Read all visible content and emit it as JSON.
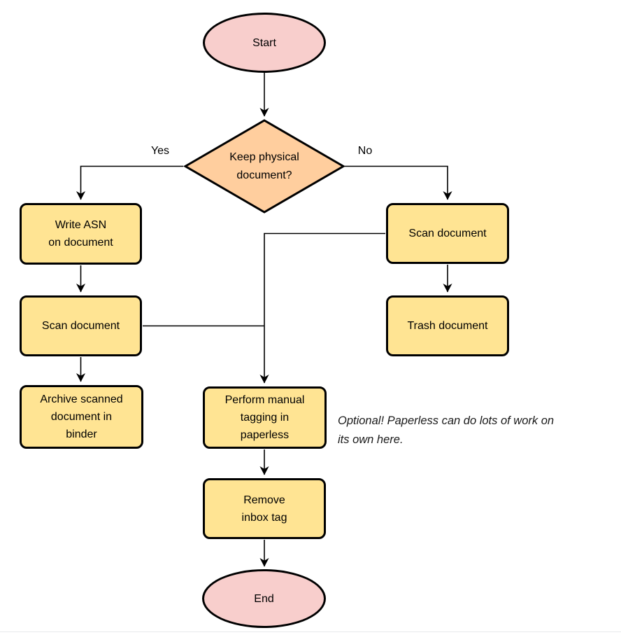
{
  "colors": {
    "canvas-bg": "#ffffff",
    "stroke": "#000000",
    "terminal-fill": "#f8cecc",
    "decision-fill": "#ffce9e",
    "process-fill": "#ffe493",
    "note-text": "#1a1a1a",
    "bottom-border": "#e8eaec"
  },
  "flowchart": {
    "nodes": {
      "start": "Start",
      "decision": "Keep physical\ndocument?",
      "write_asn": "Write ASN\non document",
      "scan_left": "Scan document",
      "archive": "Archive scanned\ndocument in\nbinder",
      "scan_right": "Scan document",
      "trash": "Trash document",
      "tagging": "Perform manual\ntagging in\npaperless",
      "remove_inbox": "Remove\ninbox tag",
      "end": "End"
    },
    "edge_labels": {
      "yes": "Yes",
      "no": "No"
    },
    "note": "Optional! Paperless can do lots of work on\nits own here."
  }
}
